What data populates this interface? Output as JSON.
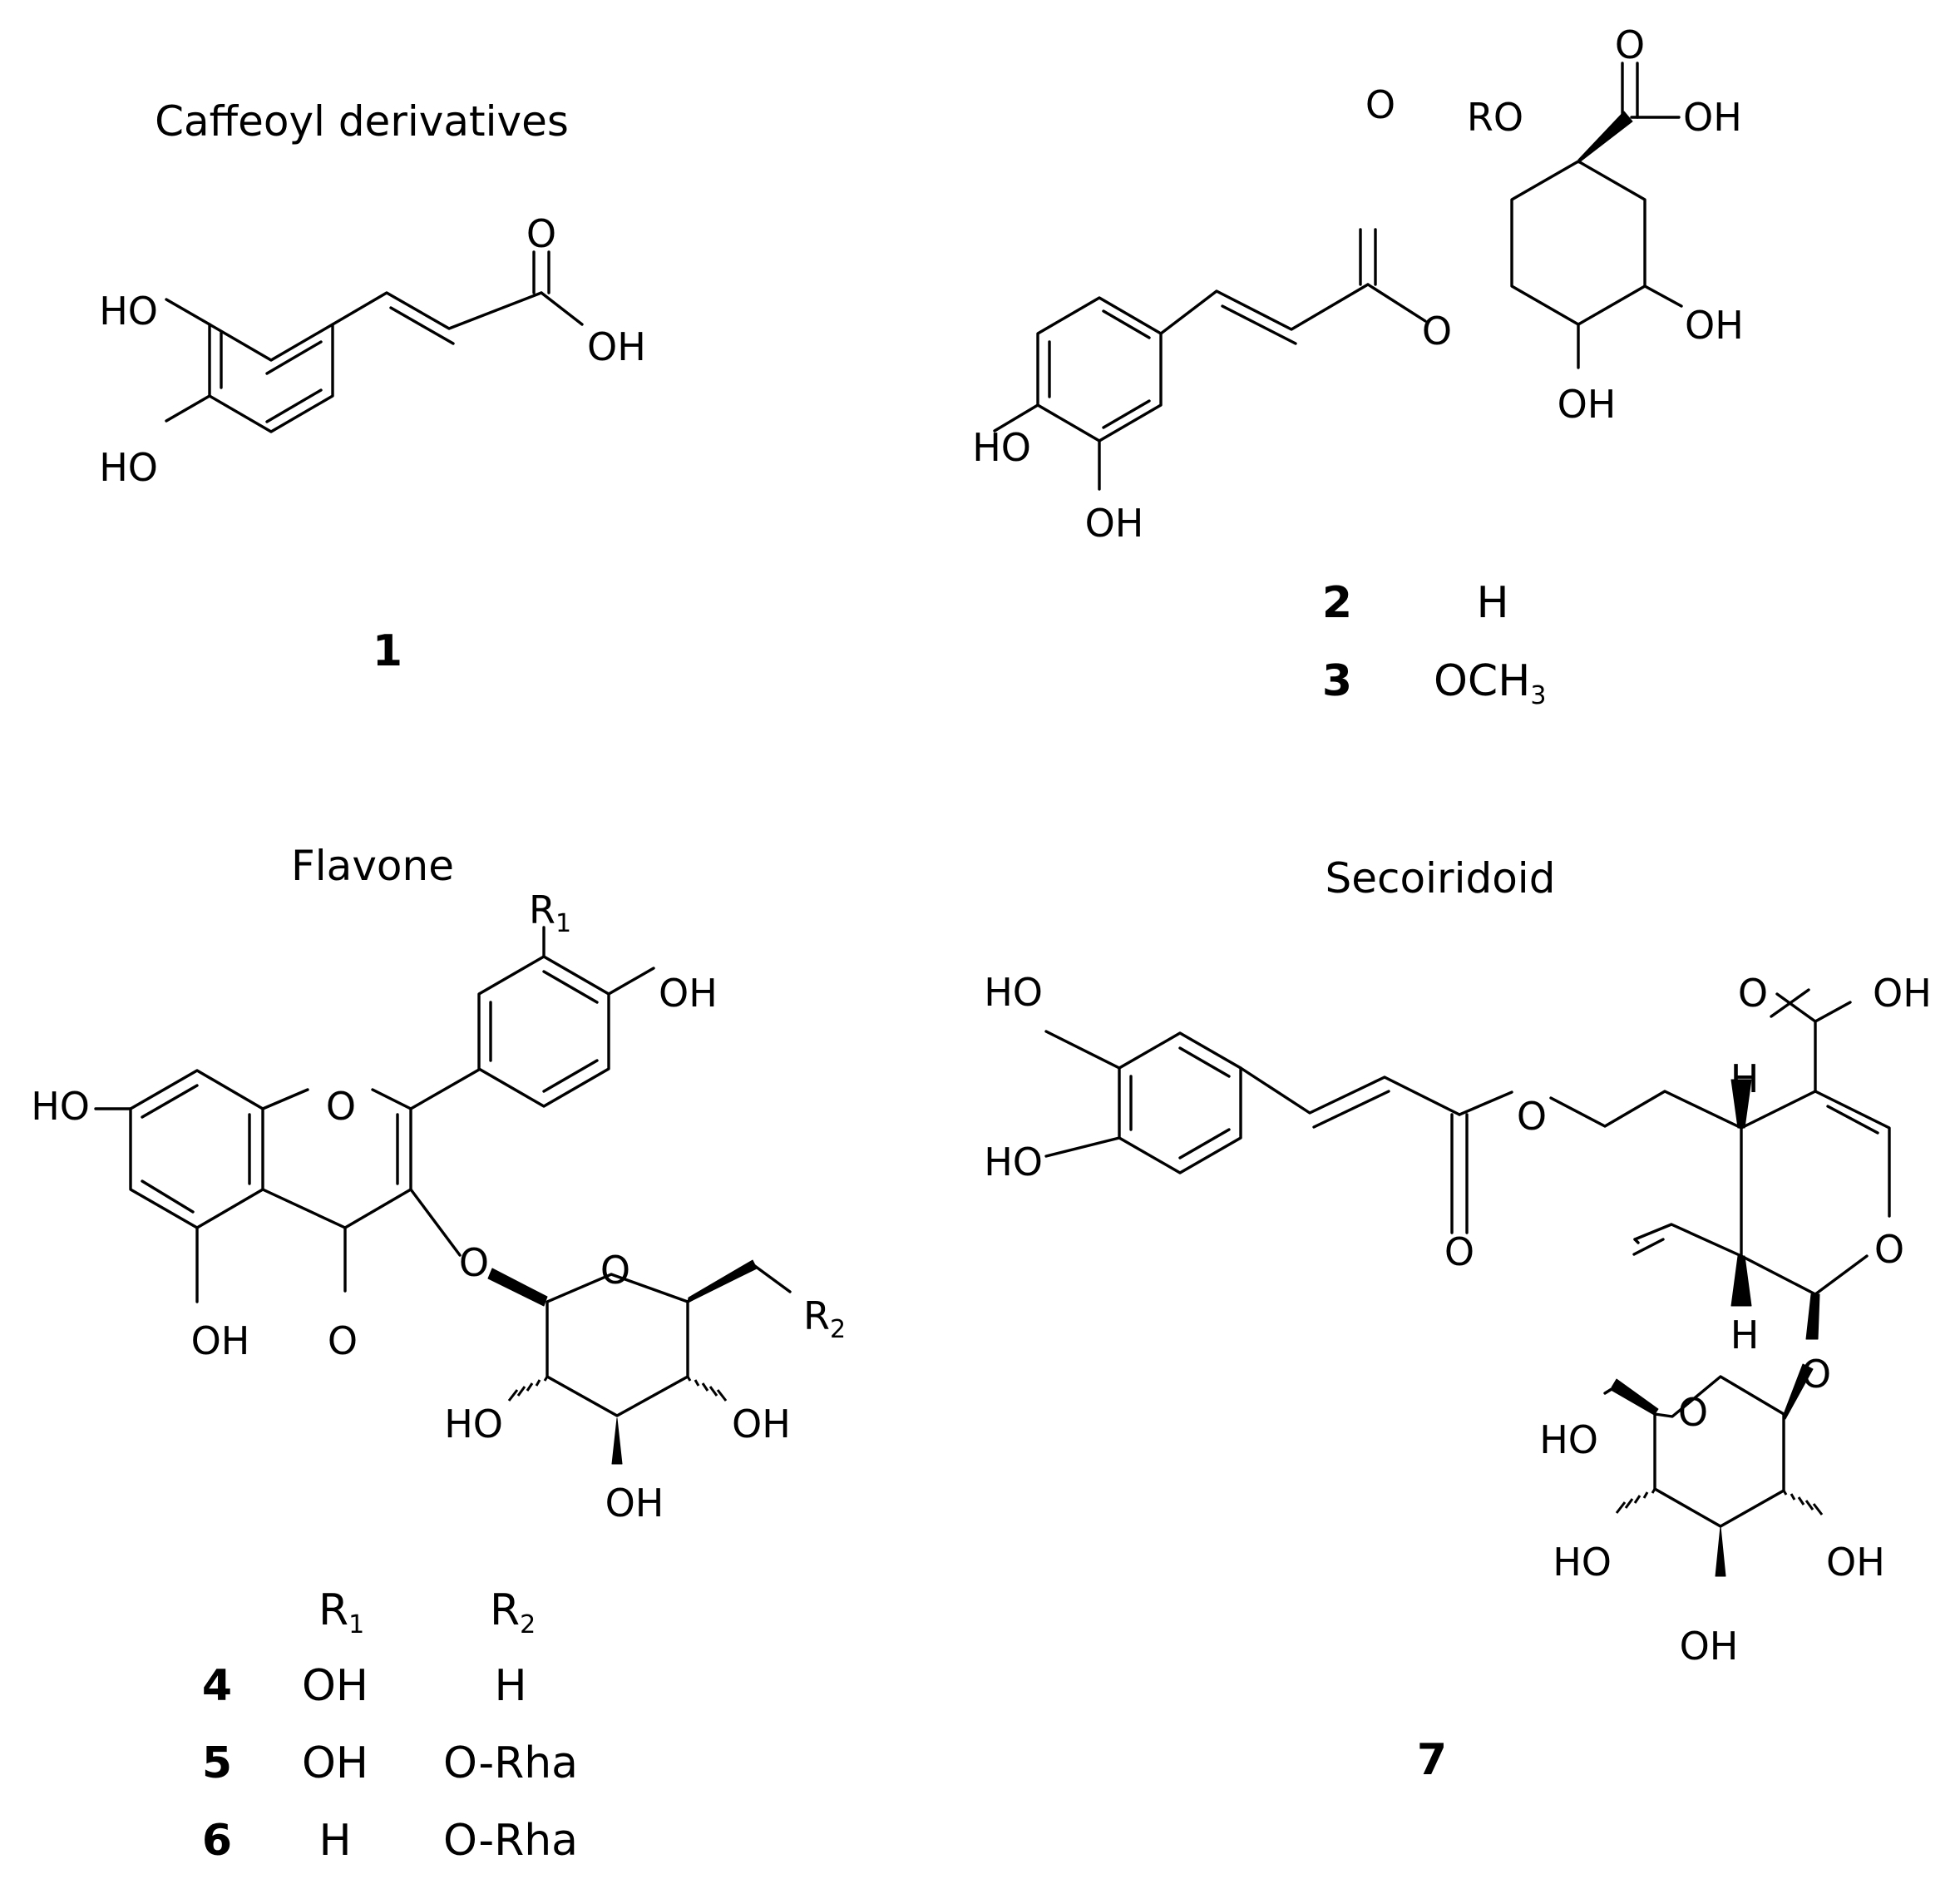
{
  "headings": {
    "caffeoyl": "Caffeoyl derivatives",
    "flavone": "Flavone",
    "secoiridoid": "Secoiridoid"
  },
  "atoms": {
    "ho": "HO",
    "oh": "OH",
    "o": "O",
    "ro": "RO",
    "h": "H",
    "r": "R",
    "sub1": "1",
    "sub2": "2"
  },
  "compound1": {
    "number": "1"
  },
  "table_23": {
    "rows": [
      {
        "number": "2",
        "r": "H"
      },
      {
        "number": "3",
        "r": "OCH",
        "r_sub": "3"
      }
    ]
  },
  "table_456": {
    "headers": {
      "r1": "R",
      "r1_sub": "1",
      "r2": "R",
      "r2_sub": "2"
    },
    "rows": [
      {
        "number": "4",
        "r1": "OH",
        "r2": "H"
      },
      {
        "number": "5",
        "r1": "OH",
        "r2": "O-Rha"
      },
      {
        "number": "6",
        "r1": "H",
        "r2": "O-Rha"
      }
    ]
  },
  "compound7": {
    "number": "7"
  }
}
